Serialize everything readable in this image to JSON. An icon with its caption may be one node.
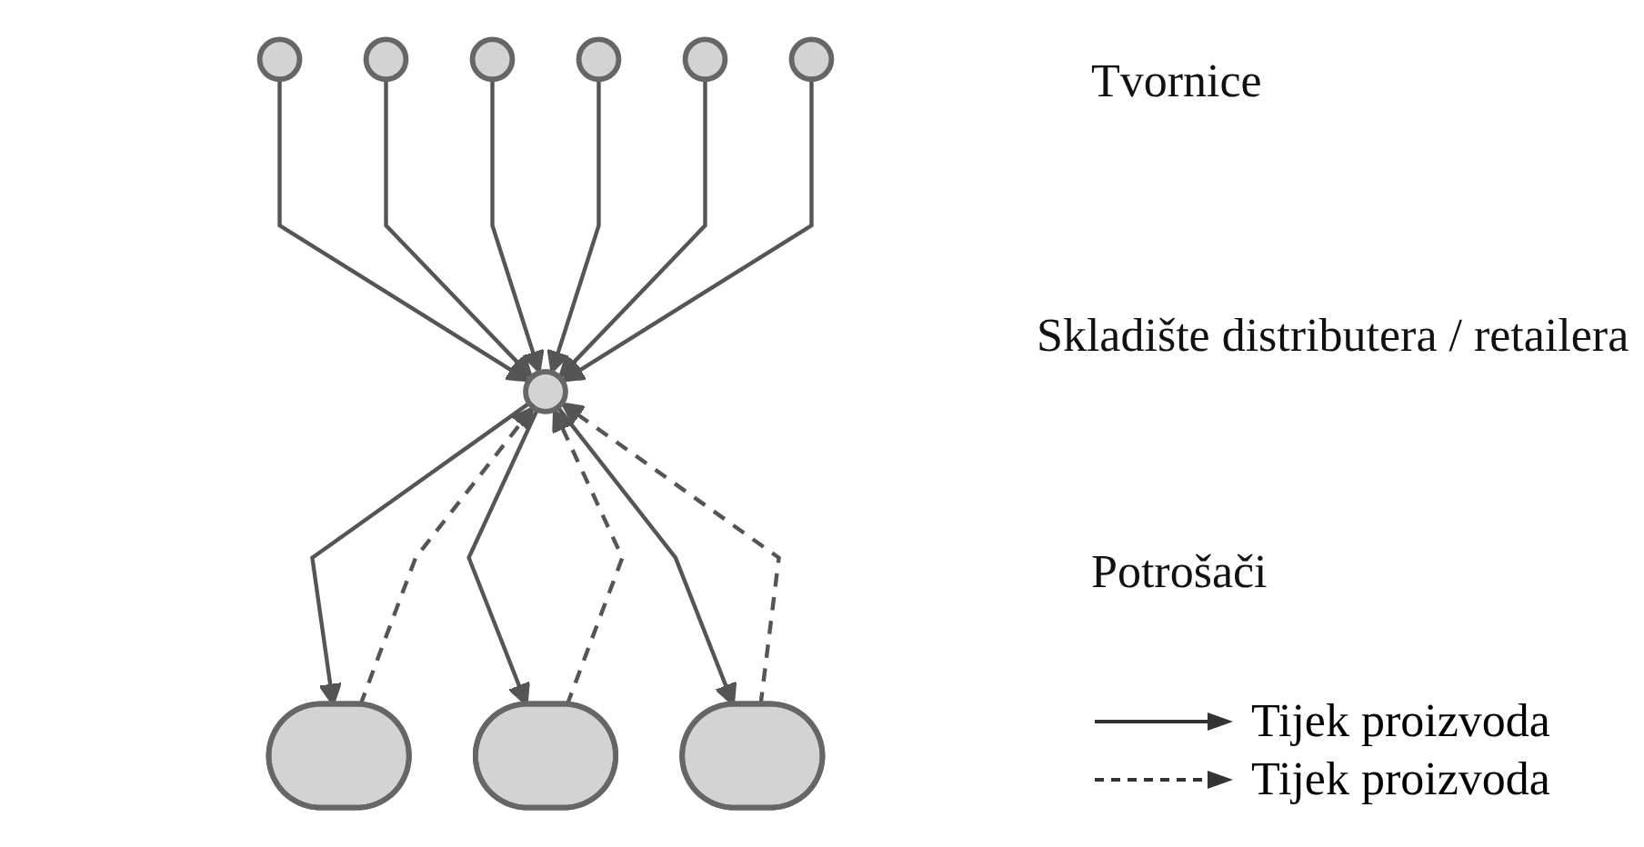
{
  "diagram": {
    "nodes": [
      {
        "text": [],
        "shape": "circle"
      },
      {
        "text": [],
        "shape": "circle"
      },
      {
        "text": [],
        "shape": "circle"
      },
      {
        "text": [],
        "shape": "circle"
      },
      {
        "text": [],
        "shape": "circle"
      },
      {
        "text": [],
        "shape": "circle"
      },
      {
        "text": [],
        "shape": "circle"
      },
      {
        "text": [],
        "shape": "circle"
      },
      {
        "text": [],
        "shape": "circle"
      },
      {
        "text": [],
        "shape": "circle"
      }
    ],
    "edges": [
      {
        "from": 0,
        "to": 6,
        "arrow": "to"
      },
      {
        "from": 1,
        "to": 6,
        "arrow": "to"
      },
      {
        "from": 2,
        "to": 6,
        "arrow": "to"
      },
      {
        "from": 3,
        "to": 6,
        "arrow": "to"
      },
      {
        "from": 4,
        "to": 6,
        "arrow": "to"
      },
      {
        "from": 5,
        "to": 6,
        "arrow": "to"
      },
      {
        "from": 6,
        "to": 7,
        "arrow": "to"
      },
      {
        "from": 7,
        "to": 6,
        "arrow": "to",
        "style": "dashed"
      },
      {
        "from": 6,
        "to": 8,
        "arrow": "to"
      },
      {
        "from": 8,
        "to": 6,
        "arrow": "to",
        "style": "dashed"
      },
      {
        "from": 6,
        "to": 9,
        "arrow": "to"
      },
      {
        "from": 9,
        "to": 6,
        "arrow": "to",
        "style": "dashed"
      }
    ],
    "labels": [
      "Tvornice",
      "Skladište distributera / retailera",
      "Potrošači"
    ],
    "legend": [
      {
        "text": "Tijek proizvoda"
      },
      {
        "text": "Tijek proizvoda"
      }
    ]
  }
}
